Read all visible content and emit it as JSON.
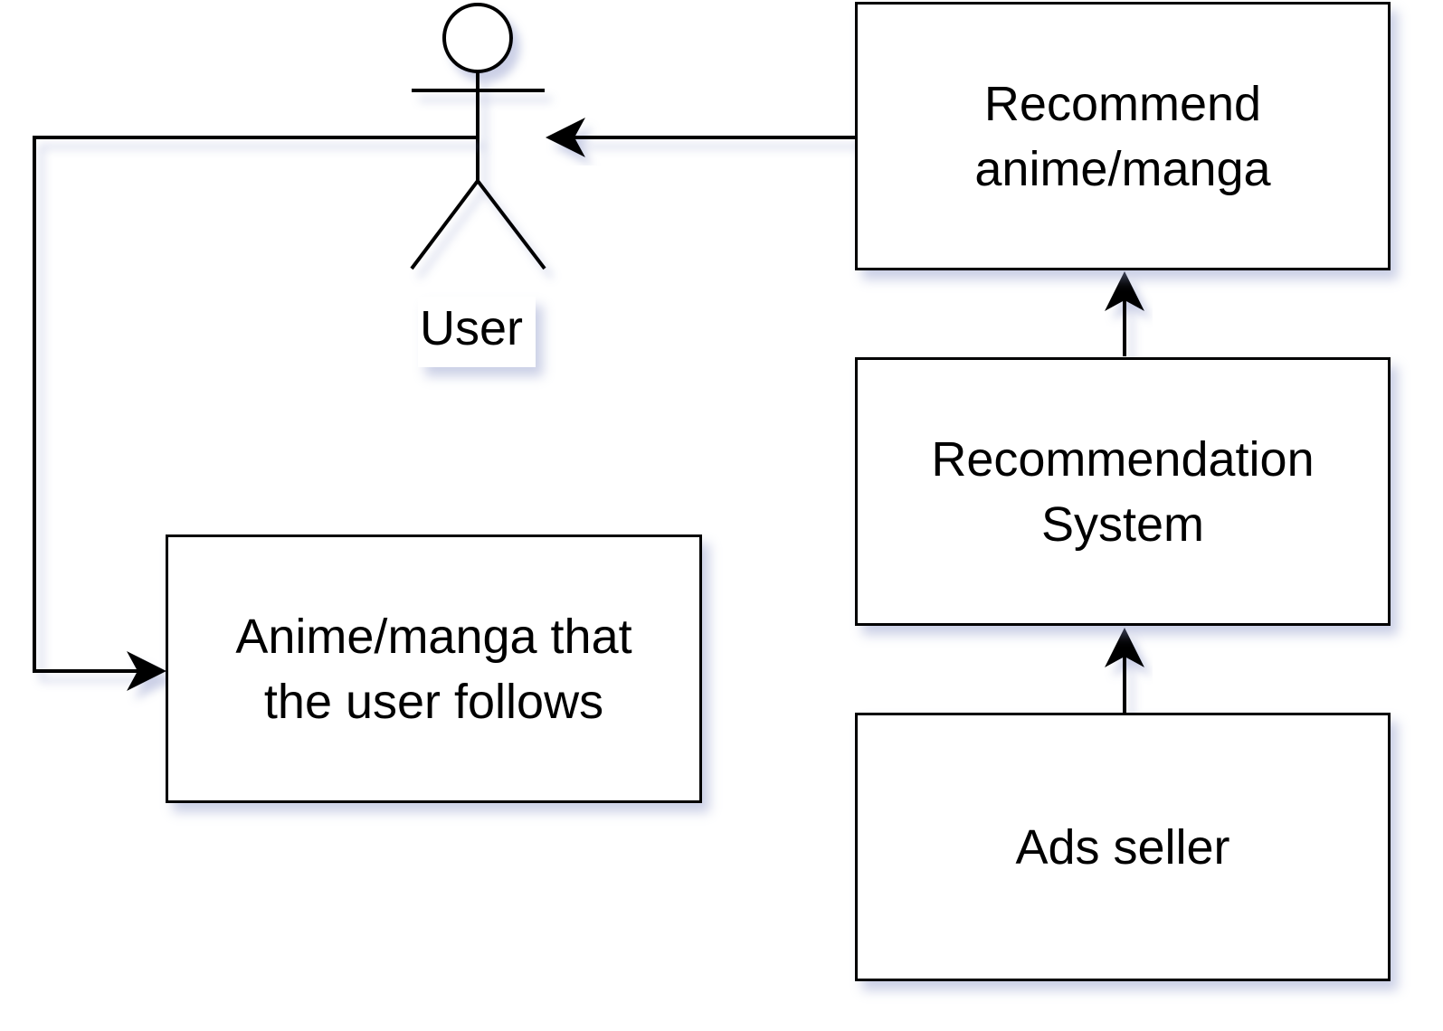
{
  "actor": {
    "label": "User"
  },
  "boxes": {
    "recommend": "Recommend anime/manga",
    "system": "Recommendation System",
    "ads": "Ads seller",
    "follows": "Anime/manga that the user follows"
  },
  "colors": {
    "stroke": "#000000",
    "fill": "#ffffff",
    "shadow": "#8c96c8"
  }
}
